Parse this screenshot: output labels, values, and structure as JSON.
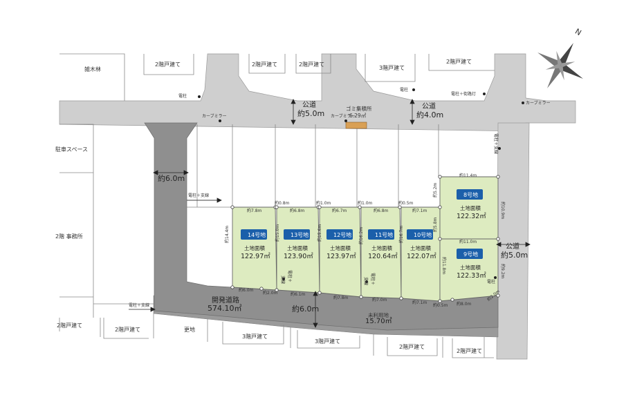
{
  "labels": {
    "zoukibayashi": "雑木林",
    "parking": "駐車スペース",
    "office": "2階 事務所",
    "sarachi": "更地",
    "house_2f": "2階戸建て",
    "house_3f": "3階戸建て"
  },
  "roads": {
    "public_road_label": "公道",
    "public_road_width_50": "約5.0m",
    "public_road_width_40": "約4.0m",
    "east_road_label": "公道",
    "east_road_width": "約5.0m",
    "dev_road_label": "開発道路",
    "dev_road_area": "574.10㎡",
    "dev_road_width_60a": "約6.0m",
    "dev_road_width_60b": "約6.0m",
    "unused_label": "未利用地",
    "unused_area": "15.70㎡"
  },
  "facilities": {
    "garbage_label": "ゴミ集積所",
    "garbage_area": "6.29㎡",
    "curve_mirror": "カーブミラー",
    "pole": "電柱",
    "pole_streetlight": "電柱＋街路灯",
    "pole_stay": "電柱＋支線",
    "pole_plus": "電柱＋",
    "stay": "支線"
  },
  "lots": [
    {
      "name": "14号地",
      "area_label": "土地面積",
      "area": "122.97㎡"
    },
    {
      "name": "13号地",
      "area_label": "土地面積",
      "area": "123.90㎡"
    },
    {
      "name": "12号地",
      "area_label": "土地面積",
      "area": "123.97㎡"
    },
    {
      "name": "11号地",
      "area_label": "土地面積",
      "area": "120.64㎡"
    },
    {
      "name": "10号地",
      "area_label": "土地面積",
      "area": "122.07㎡"
    },
    {
      "name": "8号地",
      "area_label": "土地面積",
      "area": "122.32㎡"
    },
    {
      "name": "9号地",
      "area_label": "土地面積",
      "area": "122.33㎡"
    }
  ],
  "dimensions": {
    "top": [
      "約7.8m",
      "約0.8m",
      "約6.8m",
      "約1.0m",
      "約6.7m",
      "約1.0m",
      "約6.8m",
      "約0.5m",
      "約7.1m"
    ],
    "bottom": [
      "約6.0m",
      "約2.0m",
      "約6.1m",
      "約7.8m",
      "約7.0m",
      "約7.1m",
      "約0.5m",
      "約8.0m",
      "約2.0m"
    ],
    "side": [
      "約14.4m",
      "約15.0m",
      "約15.6m",
      "約16.2m",
      "約16.7m",
      "約5.2m",
      "約5.8m",
      "約11.8m",
      "約10.9m",
      "約9.2m"
    ],
    "lot8_top": "約11.4m",
    "lot9_top": "約11.0m"
  },
  "colors": {
    "lot_fill": "#ddebc0",
    "lot_badge": "#1b5faa",
    "road_gray": "#c8c8c8",
    "dev_road": "#8f8f8f",
    "garbage": "#d9a055"
  }
}
